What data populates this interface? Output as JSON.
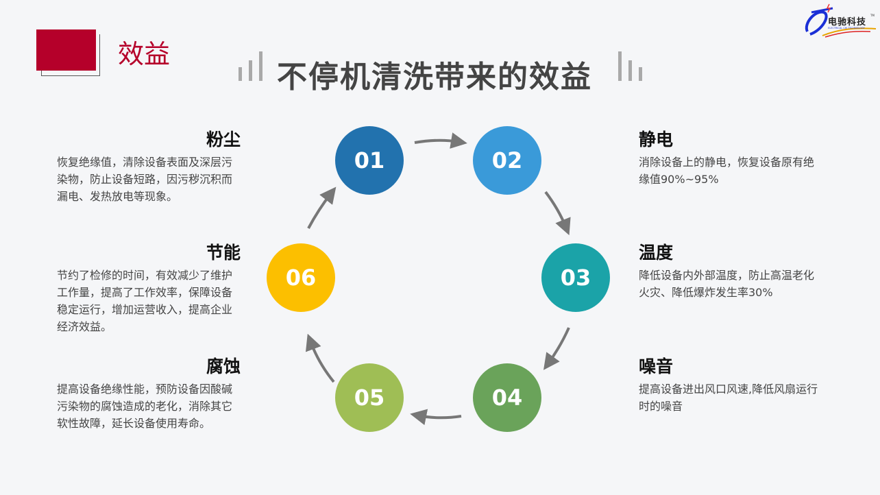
{
  "section_label": "效益",
  "title": "不停机清洗带来的效益",
  "logo": {
    "text": "电驰科技",
    "subtext": "ELECTRICAL CHI TECHNOLOGY",
    "tm": "TM"
  },
  "steps": [
    {
      "num": "01",
      "color": "#2272ae",
      "heading": "粉尘",
      "text": "恢复绝缘值，清除设备表面及深层污染物，防止设备短路，因污秽沉积而漏电、发热放电等现象。"
    },
    {
      "num": "02",
      "color": "#3a9ad9",
      "heading": "静电",
      "text": "消除设备上的静电，恢复设备原有绝缘值90%~95%"
    },
    {
      "num": "03",
      "color": "#1ba3a8",
      "heading": "温度",
      "text": "降低设备内外部温度，防止高温老化火灾、降低爆炸发生率30%"
    },
    {
      "num": "04",
      "color": "#6aa35a",
      "heading": "噪音",
      "text": "提高设备进出风口风速,降低风扇运行时的噪音"
    },
    {
      "num": "05",
      "color": "#9fbe55",
      "heading": "腐蚀",
      "text": "提高设备绝缘性能，预防设备因酸碱污染物的腐蚀造成的老化，消除其它软性故障，延长设备使用寿命。"
    },
    {
      "num": "06",
      "color": "#fcbf00",
      "heading": "节能",
      "text": "节约了检修的时间，有效减少了维护工作量，提高了工作效率，保障设备稳定运行，增加运营收入，提高企业经济效益。"
    }
  ]
}
